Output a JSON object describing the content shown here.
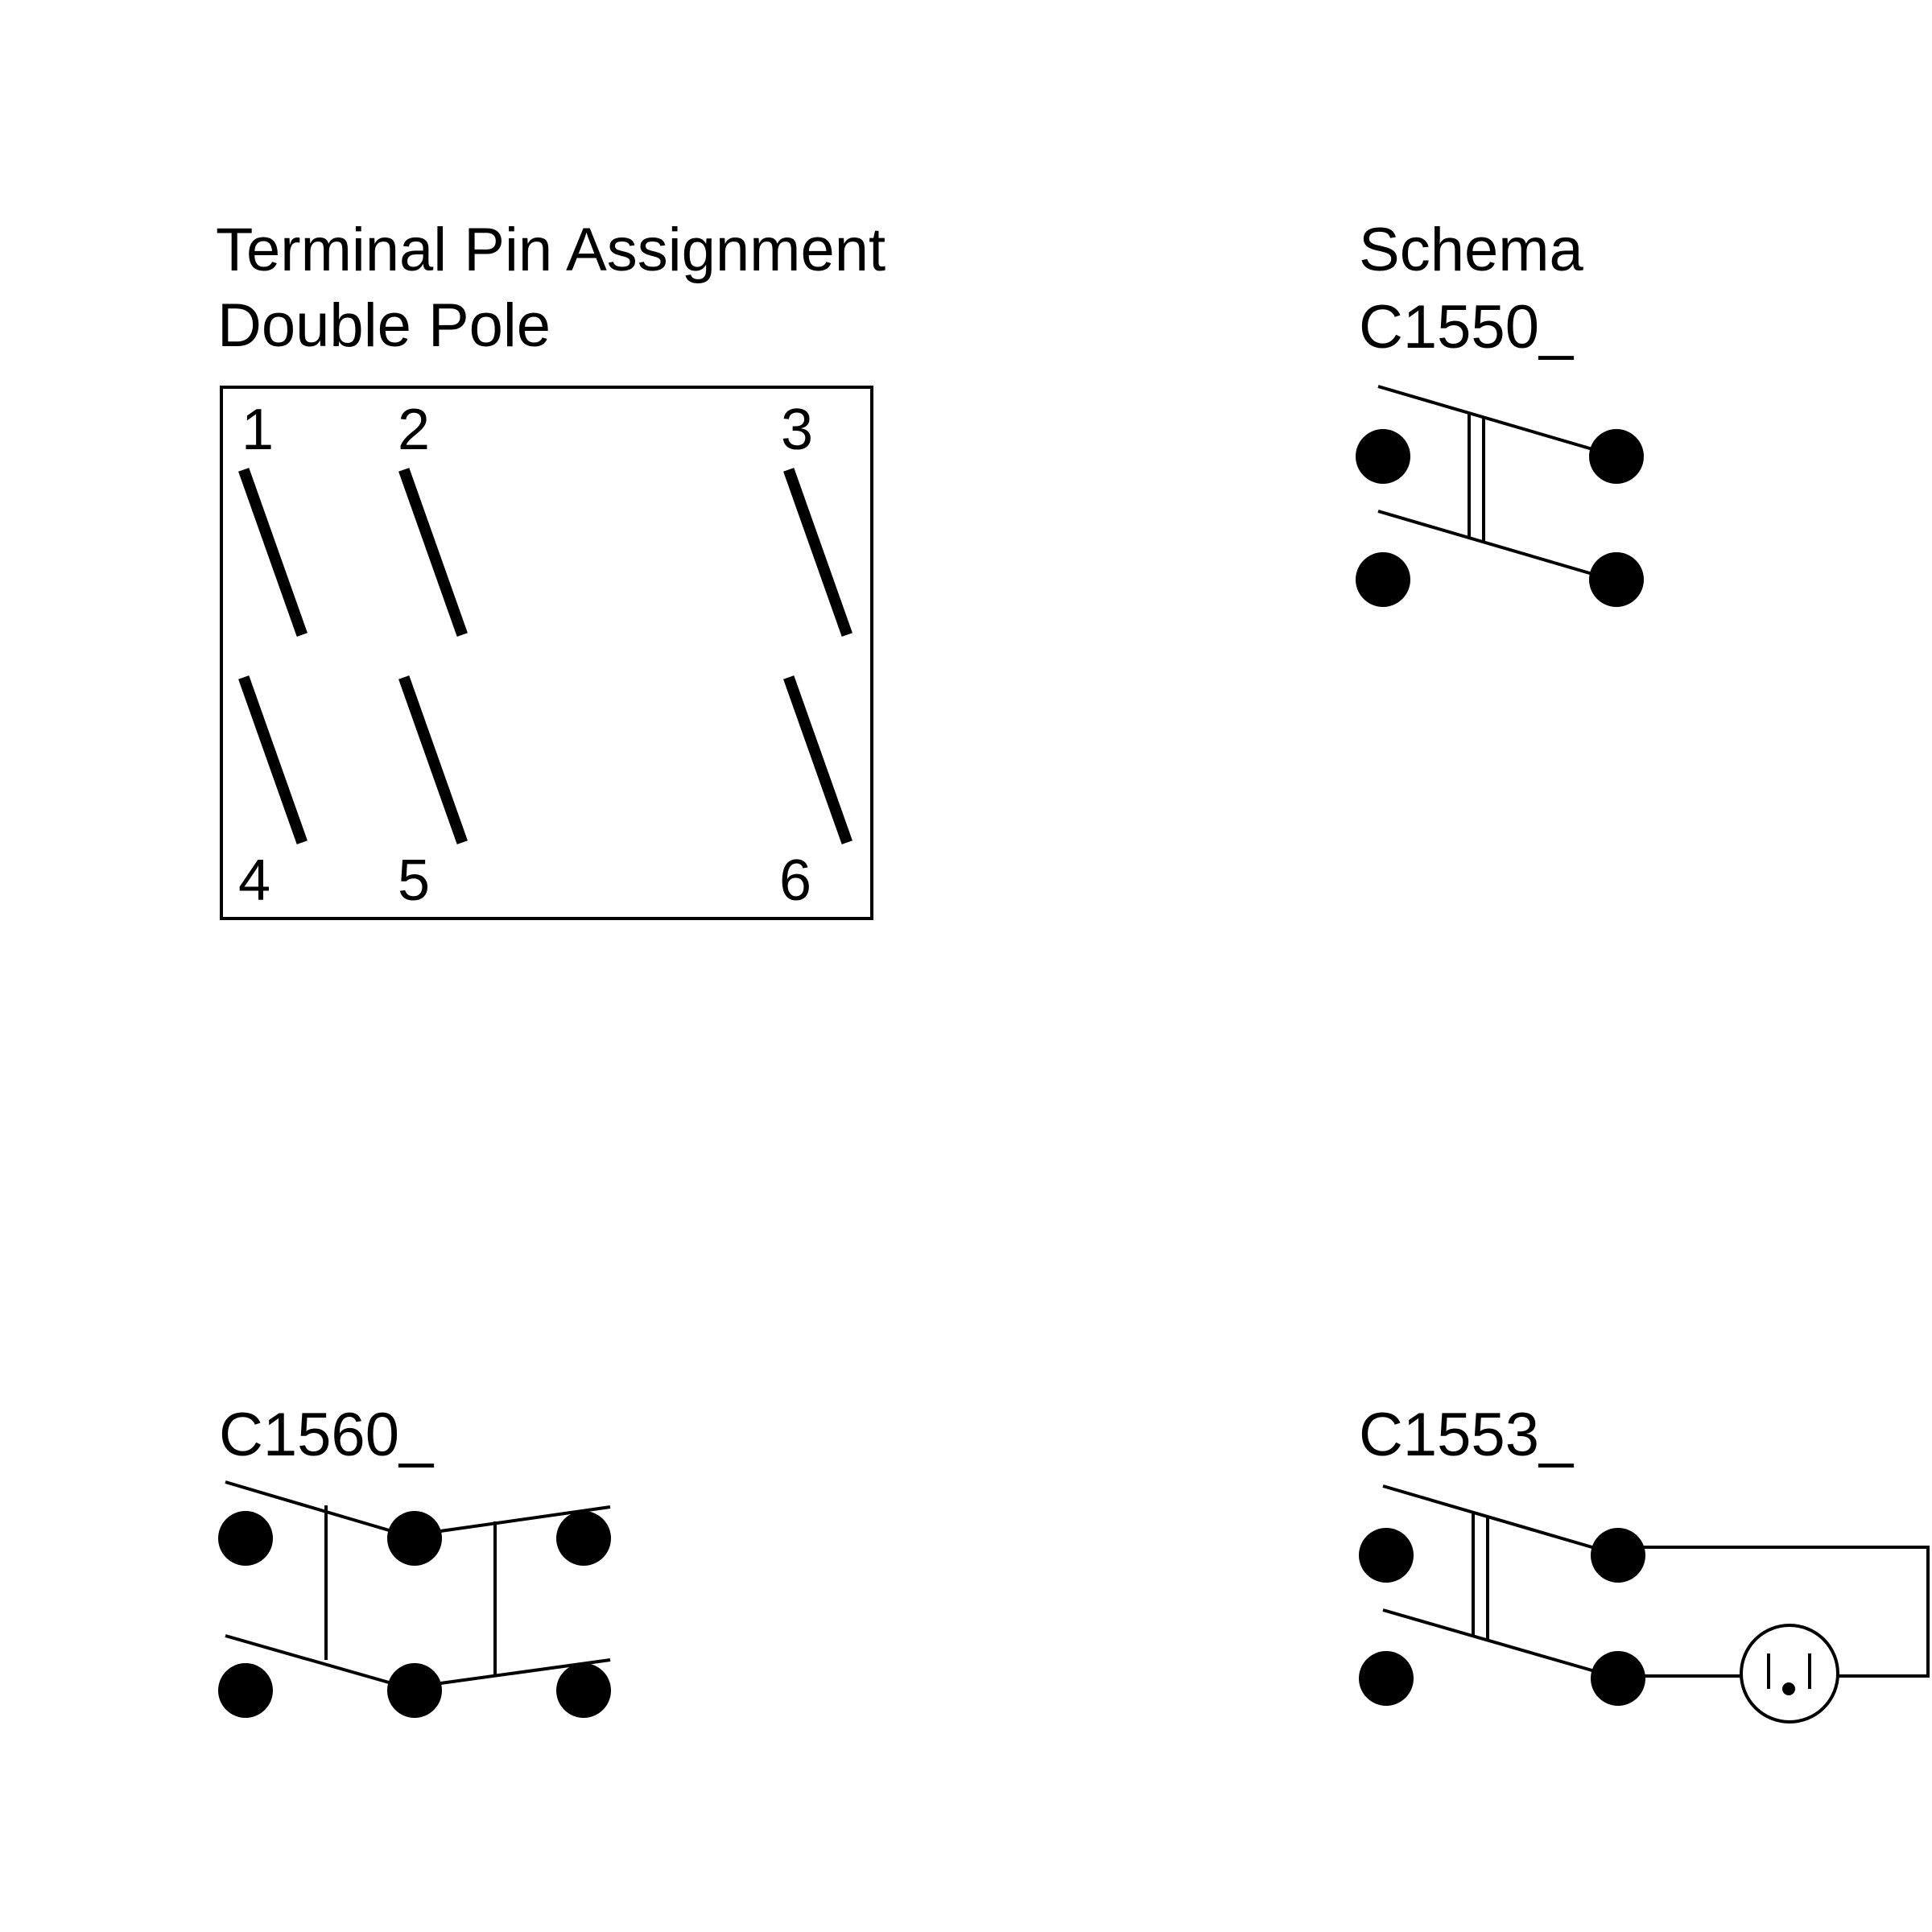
{
  "pin_assignment": {
    "title_line1": "Terminal Pin Assignment",
    "title_line2": "Double Pole",
    "pins": [
      "1",
      "2",
      "3",
      "4",
      "5",
      "6"
    ]
  },
  "schema": {
    "title": "Schema",
    "c1550": {
      "label": "C1550_"
    },
    "c1560": {
      "label": "C1560_"
    },
    "c1553": {
      "label": "C1553_"
    }
  },
  "colors": {
    "ink": "#000000",
    "background": "#ffffff"
  }
}
